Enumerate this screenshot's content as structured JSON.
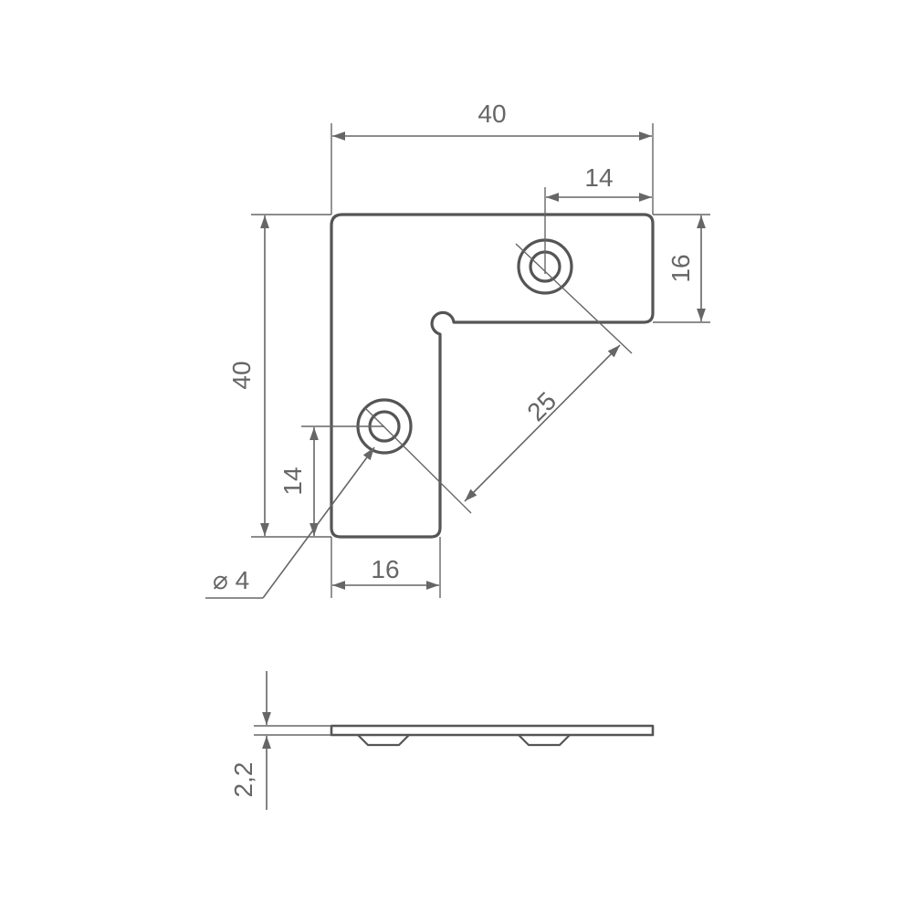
{
  "drawing": {
    "top_view": {
      "width_label": "40",
      "height_label": "40",
      "hole_offset_x_label": "14",
      "arm_width_right_label": "16",
      "hole_offset_y_label": "14",
      "arm_width_bottom_label": "16",
      "hole_spacing_label": "25",
      "hole_diameter_label": "⌀ 4"
    },
    "side_view": {
      "thickness_label": "2,2"
    }
  }
}
